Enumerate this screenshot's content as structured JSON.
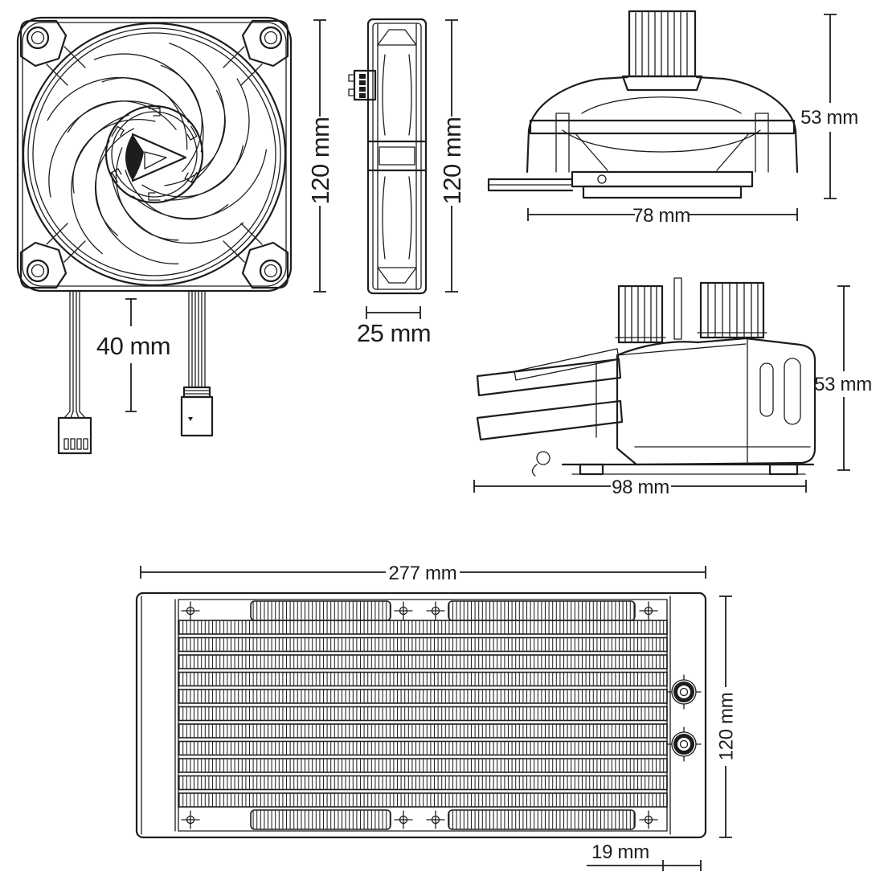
{
  "diagram": {
    "type": "product-dimension-drawing",
    "line_color": "#1d1d1b",
    "background": "#ffffff"
  },
  "labels": {
    "fan_front_height": "120 mm",
    "fan_cable_length": "40 mm",
    "fan_side_height": "120 mm",
    "fan_depth": "25 mm",
    "pump_front_height": "53 mm",
    "pump_front_width": "78 mm",
    "pump_side_height": "53 mm",
    "pump_side_width": "98 mm",
    "radiator_length": "277 mm",
    "radiator_height": "120 mm",
    "radiator_end_tank_width": "19 mm"
  }
}
